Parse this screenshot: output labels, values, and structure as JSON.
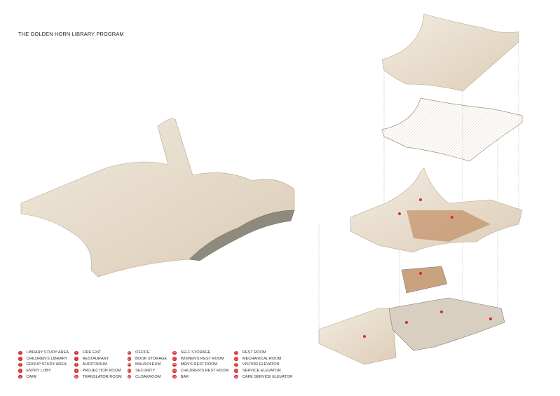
{
  "title": "THE GOLDEN HORN LIBRARY PROGRAM",
  "colors": {
    "marker": "#d42a2a",
    "roof": "#eadfcf",
    "wood": "#b97a4a"
  },
  "legend": [
    [
      {
        "n": "1",
        "label": "LIBRARY STUDY AREA"
      },
      {
        "n": "2",
        "label": "CHILDREN'S LIBRARY"
      },
      {
        "n": "3",
        "label": "GROUP STUDY AREA"
      },
      {
        "n": "4",
        "label": "ENTRY LOBY"
      },
      {
        "n": "5",
        "label": "CAFE"
      }
    ],
    [
      {
        "n": "6",
        "label": "FIRE EXIT"
      },
      {
        "n": "7",
        "label": "RESTAURANT"
      },
      {
        "n": "8",
        "label": "AUDITORIUM"
      },
      {
        "n": "9",
        "label": "PROJECTION ROOM"
      },
      {
        "n": "10",
        "label": "TRANSLATOR ROOM"
      }
    ],
    [
      {
        "n": "11",
        "label": "OFFICE"
      },
      {
        "n": "12",
        "label": "BOOK STORAGE"
      },
      {
        "n": "13",
        "label": "MAUSOLEUM"
      },
      {
        "n": "14",
        "label": "SECURITY"
      },
      {
        "n": "15",
        "label": "CLOAKROOM"
      }
    ],
    [
      {
        "n": "16",
        "label": "SELF STORAGE"
      },
      {
        "n": "17",
        "label": "WOMEN'S REST ROOM"
      },
      {
        "n": "18",
        "label": "MEN'S REST ROOM"
      },
      {
        "n": "19",
        "label": "CHILDREN'S REST ROOM"
      },
      {
        "n": "20",
        "label": "BAR"
      }
    ],
    [
      {
        "n": "21",
        "label": "REST ROOM"
      },
      {
        "n": "22",
        "label": "MECHANICAL ROOM"
      },
      {
        "n": "23",
        "label": "VISITOR ELEVATOR"
      },
      {
        "n": "24",
        "label": "SERVICE ELEVATOR"
      },
      {
        "n": "25",
        "label": "CAFE SERVICE ELEVATOR"
      }
    ]
  ]
}
